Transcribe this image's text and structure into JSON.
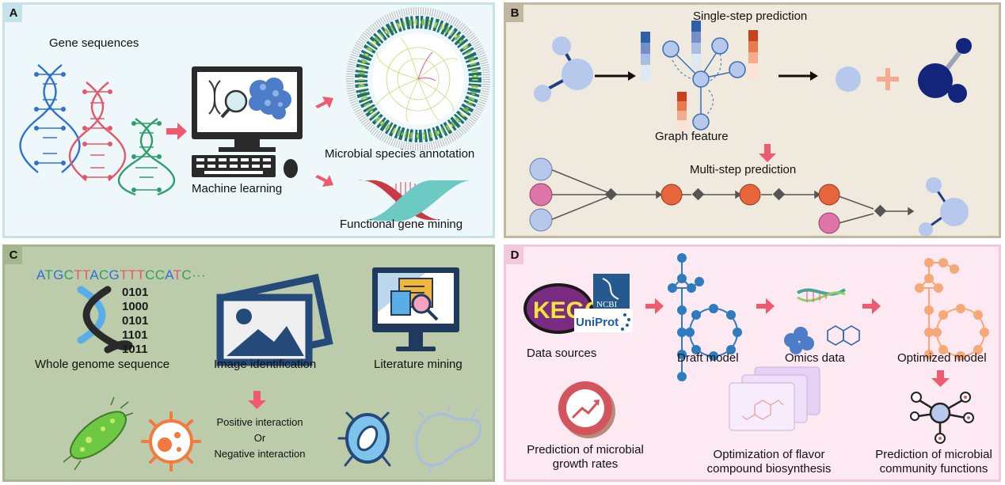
{
  "panels": {
    "a": {
      "tag": "A",
      "gene_sequences": "Gene sequences",
      "machine_learning": "Machine learning",
      "species_annotation": "Microbial species annotation",
      "gene_mining": "Functional gene mining"
    },
    "b": {
      "tag": "B",
      "single_step": "Single-step prediction",
      "graph_feature": "Graph feature",
      "multi_step": "Multi-step prediction"
    },
    "c": {
      "tag": "C",
      "dna_letters": [
        "A",
        "T",
        "G",
        "C",
        "T",
        "T",
        "A",
        "C",
        "G",
        "T",
        "T",
        "T",
        "C",
        "C",
        "A",
        "T",
        "C"
      ],
      "dna_tail": "···",
      "binary": [
        "0101",
        "1000",
        "0101",
        "1101",
        "1011"
      ],
      "whole_genome": "Whole genome sequence",
      "image_identification": "Image identification",
      "literature_mining": "Literature mining",
      "positive": "Positive interaction",
      "or": "Or",
      "negative": "Negative interaction"
    },
    "d": {
      "tag": "D",
      "logo_kegg": "KEGG",
      "logo_ncbi": "NCBI",
      "logo_uniprot": "UniProt",
      "data_sources": "Data sources",
      "draft_model": "Draft model",
      "omics_data": "Omics data",
      "optimized_model": "Optimized model",
      "growth_rates_1": "Prediction of microbial",
      "growth_rates_2": "growth rates",
      "flavor_1": "Optimization of flavor",
      "flavor_2": "compound biosynthesis",
      "community_1": "Prediction of microbial",
      "community_2": "community functions"
    }
  },
  "colors": {
    "arrow_pink": "#ef5a70",
    "node_blue": "#b6c9ec",
    "node_navy": "#12257a",
    "node_orange": "#e8643a",
    "node_pink": "#de74a8",
    "graph_blue": "#2e7bbf",
    "graph_orange": "#f6a877",
    "icon_navy": "#244a7a"
  }
}
